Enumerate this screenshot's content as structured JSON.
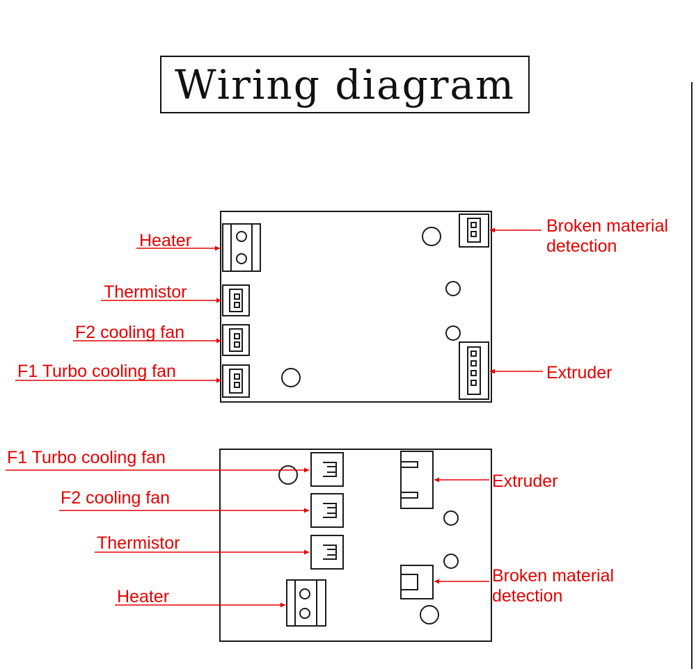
{
  "title": "Wiring diagram",
  "colors": {
    "label": "#e60000",
    "line": "#1a1a1a",
    "background": "#ffffff"
  },
  "top_board": {
    "labels": {
      "heater": "Heater",
      "thermistor": "Thermistor",
      "f2": "F2 cooling fan",
      "f1": "F1 Turbo cooling fan",
      "broken_1": "Broken material",
      "broken_2": "detection",
      "extruder": "Extruder"
    }
  },
  "bottom_board": {
    "labels": {
      "f1": "F1 Turbo cooling fan",
      "f2": "F2 cooling fan",
      "thermistor": "Thermistor",
      "heater": "Heater",
      "extruder": "Extruder",
      "broken_1": "Broken material",
      "broken_2": "detection"
    }
  }
}
